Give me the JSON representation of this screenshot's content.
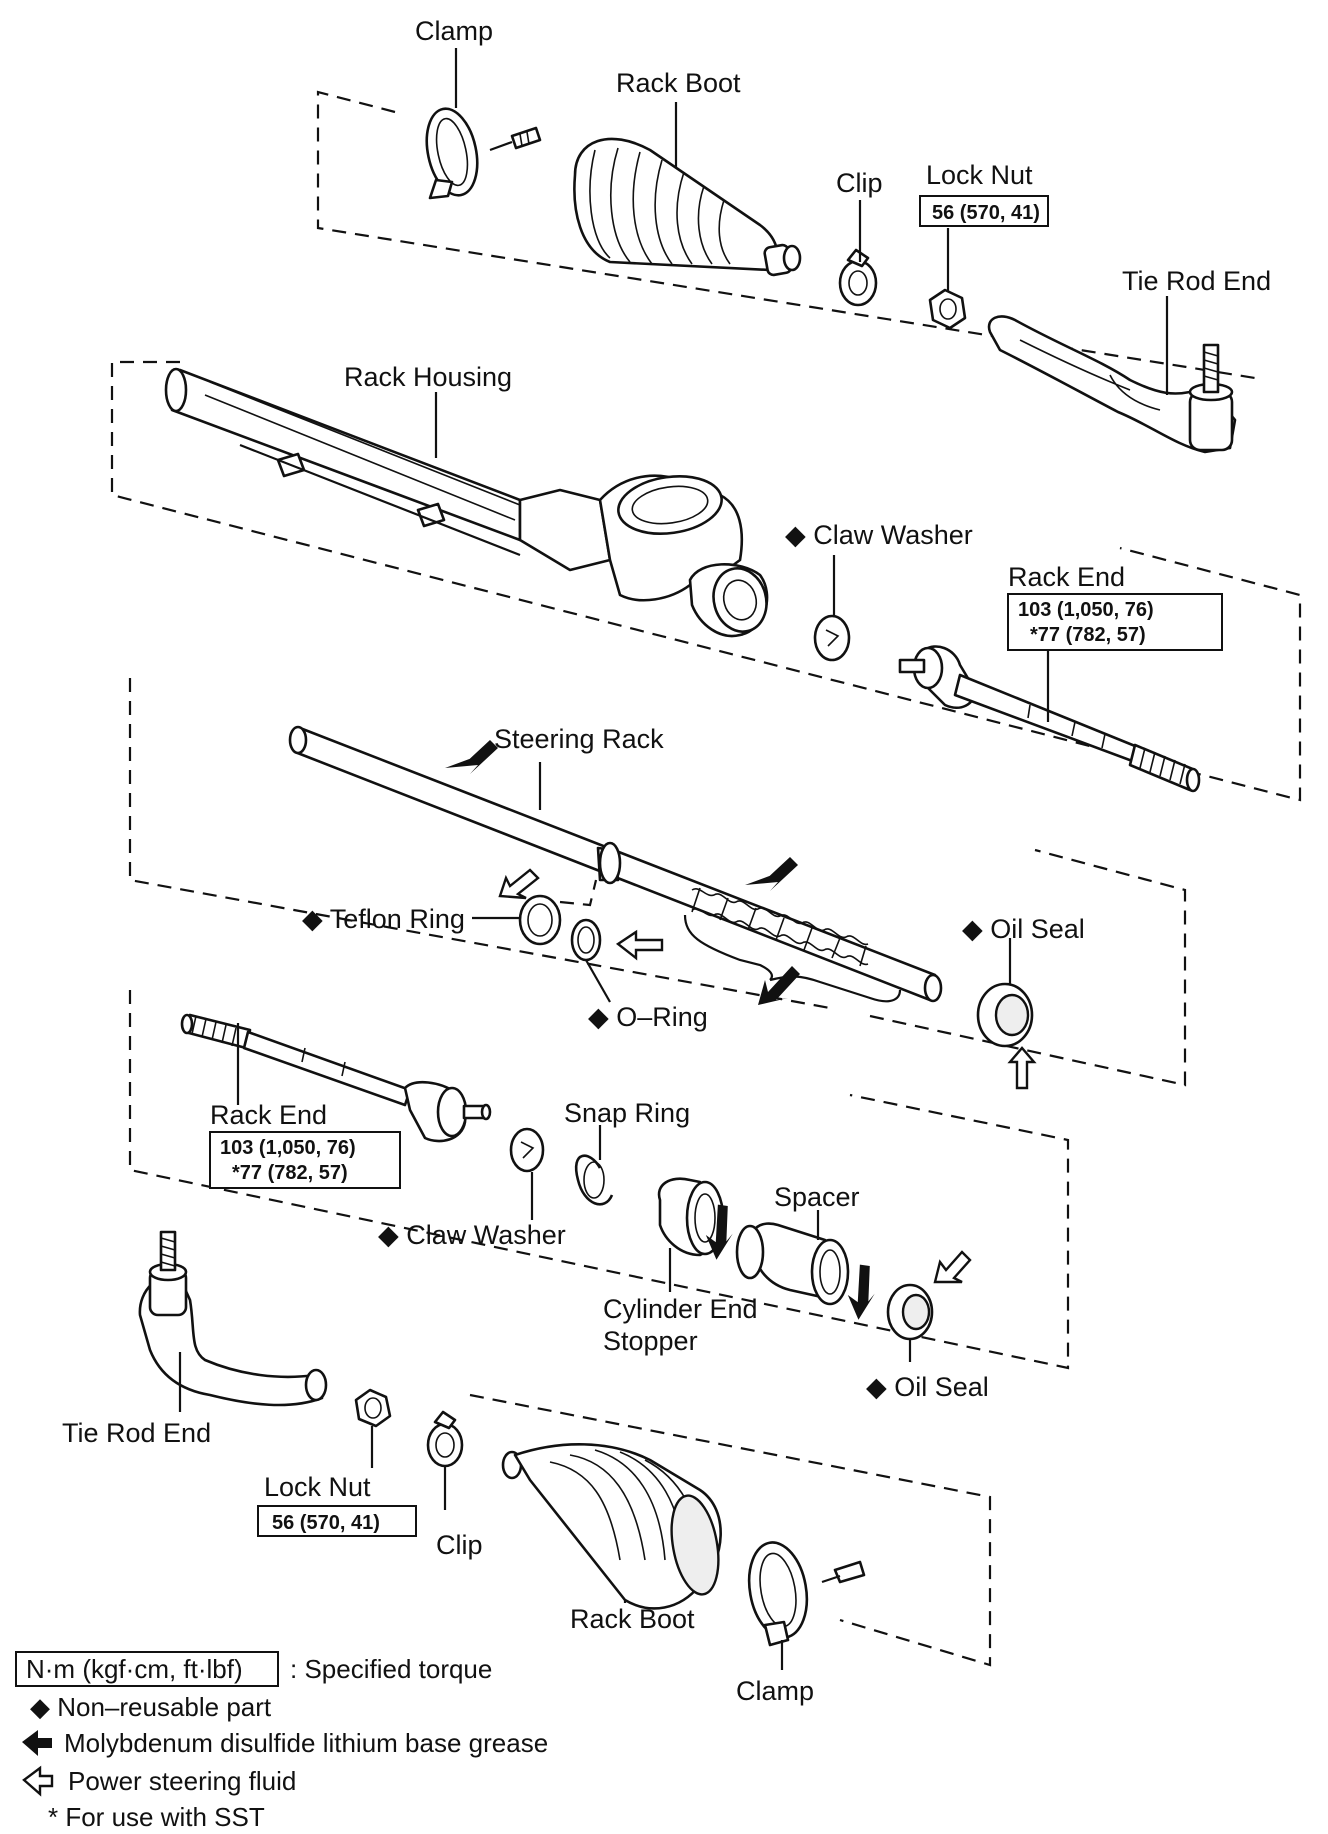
{
  "labels": {
    "clamp_top": "Clamp",
    "rack_boot_top": "Rack Boot",
    "clip_top": "Clip",
    "lock_nut_top": "Lock Nut",
    "lock_nut_top_torque": "56 (570, 41)",
    "tie_rod_end_right": "Tie Rod End",
    "rack_housing": "Rack Housing",
    "claw_washer_upper": "◆ Claw Washer",
    "rack_end_right": "Rack End",
    "rack_end_right_torque1": "103 (1,050, 76)",
    "rack_end_right_torque2": "*77 (782, 57)",
    "steering_rack": "Steering Rack",
    "teflon_ring": "◆ Teflon Ring",
    "o_ring": "◆ O–Ring",
    "oil_seal_upper": "◆ Oil Seal",
    "rack_end_left": "Rack End",
    "rack_end_left_torque1": "103 (1,050, 76)",
    "rack_end_left_torque2": "*77 (782, 57)",
    "snap_ring": "Snap Ring",
    "claw_washer_lower": "◆ Claw Washer",
    "spacer": "Spacer",
    "cylinder_end_stopper_1": "Cylinder End",
    "cylinder_end_stopper_2": "Stopper",
    "oil_seal_lower": "◆ Oil Seal",
    "tie_rod_end_left": "Tie Rod End",
    "lock_nut_bottom": "Lock Nut",
    "lock_nut_bottom_torque": "56 (570, 41)",
    "clip_bottom": "Clip",
    "rack_boot_bottom": "Rack Boot",
    "clamp_bottom": "Clamp"
  },
  "legend": {
    "torque_box": "N·m (kgf·cm, ft·lbf)",
    "torque_text": ": Specified torque",
    "non_reusable": "◆ Non–reusable part",
    "grease": "Molybdenum disulfide lithium base grease",
    "fluid": "Power steering fluid",
    "sst": "* For use with SST"
  }
}
